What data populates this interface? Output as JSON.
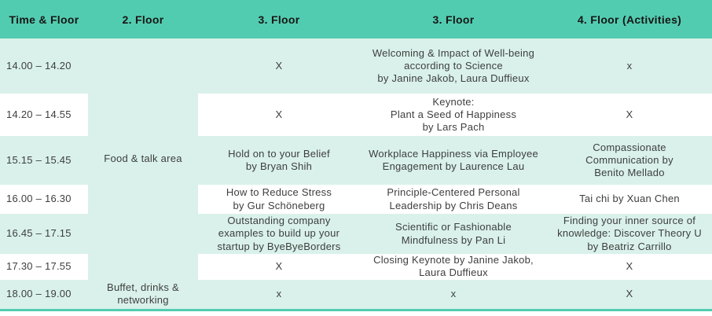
{
  "theme": {
    "header_bg": "#52ccb0",
    "row_mint_bg": "#d9f1ea",
    "row_white_bg": "#ffffff",
    "header_text": "#161616",
    "body_text": "#3e3e3e"
  },
  "table": {
    "headers": [
      "Time & Floor",
      "2. Floor",
      "3. Floor",
      "3. Floor",
      "4. Floor (Activities)"
    ],
    "floor2": {
      "merged_label": "Food & talk area",
      "last_label": "Buffet, drinks &\nnetworking"
    },
    "rows": [
      {
        "time": "14.00 – 14.20",
        "cells": [
          "X",
          "Welcoming & Impact of Well-being\naccording to Science\nby Janine Jakob, Laura Duffieux",
          "x"
        ]
      },
      {
        "time": "14.20 – 14.55",
        "cells": [
          "X",
          "Keynote:\nPlant a Seed of Happiness\nby Lars Pach",
          "X"
        ]
      },
      {
        "time": "15.15 – 15.45",
        "cells": [
          "Hold on to your Belief\nby Bryan Shih",
          "Workplace Happiness via Employee\nEngagement by Laurence Lau",
          "Compassionate\nCommunication by\nBenito Mellado"
        ]
      },
      {
        "time": "16.00 – 16.30",
        "cells": [
          "How to Reduce Stress\nby Gur Schöneberg",
          "Principle-Centered Personal\nLeadership by Chris Deans",
          "Tai chi by Xuan Chen"
        ]
      },
      {
        "time": "16.45 – 17.15",
        "cells": [
          "Outstanding company\nexamples to build up your\nstartup by ByeByeBorders",
          "Scientific or Fashionable\nMindfulness by Pan Li",
          "Finding your inner source of\nknowledge: Discover Theory U\nby Beatriz Carrillo"
        ]
      },
      {
        "time": "17.30 – 17.55",
        "cells": [
          "X",
          "Closing Keynote by Janine Jakob,\nLaura Duffieux",
          "X"
        ]
      },
      {
        "time": "18.00 – 19.00",
        "cells": [
          "x",
          "x",
          "X"
        ]
      }
    ]
  }
}
